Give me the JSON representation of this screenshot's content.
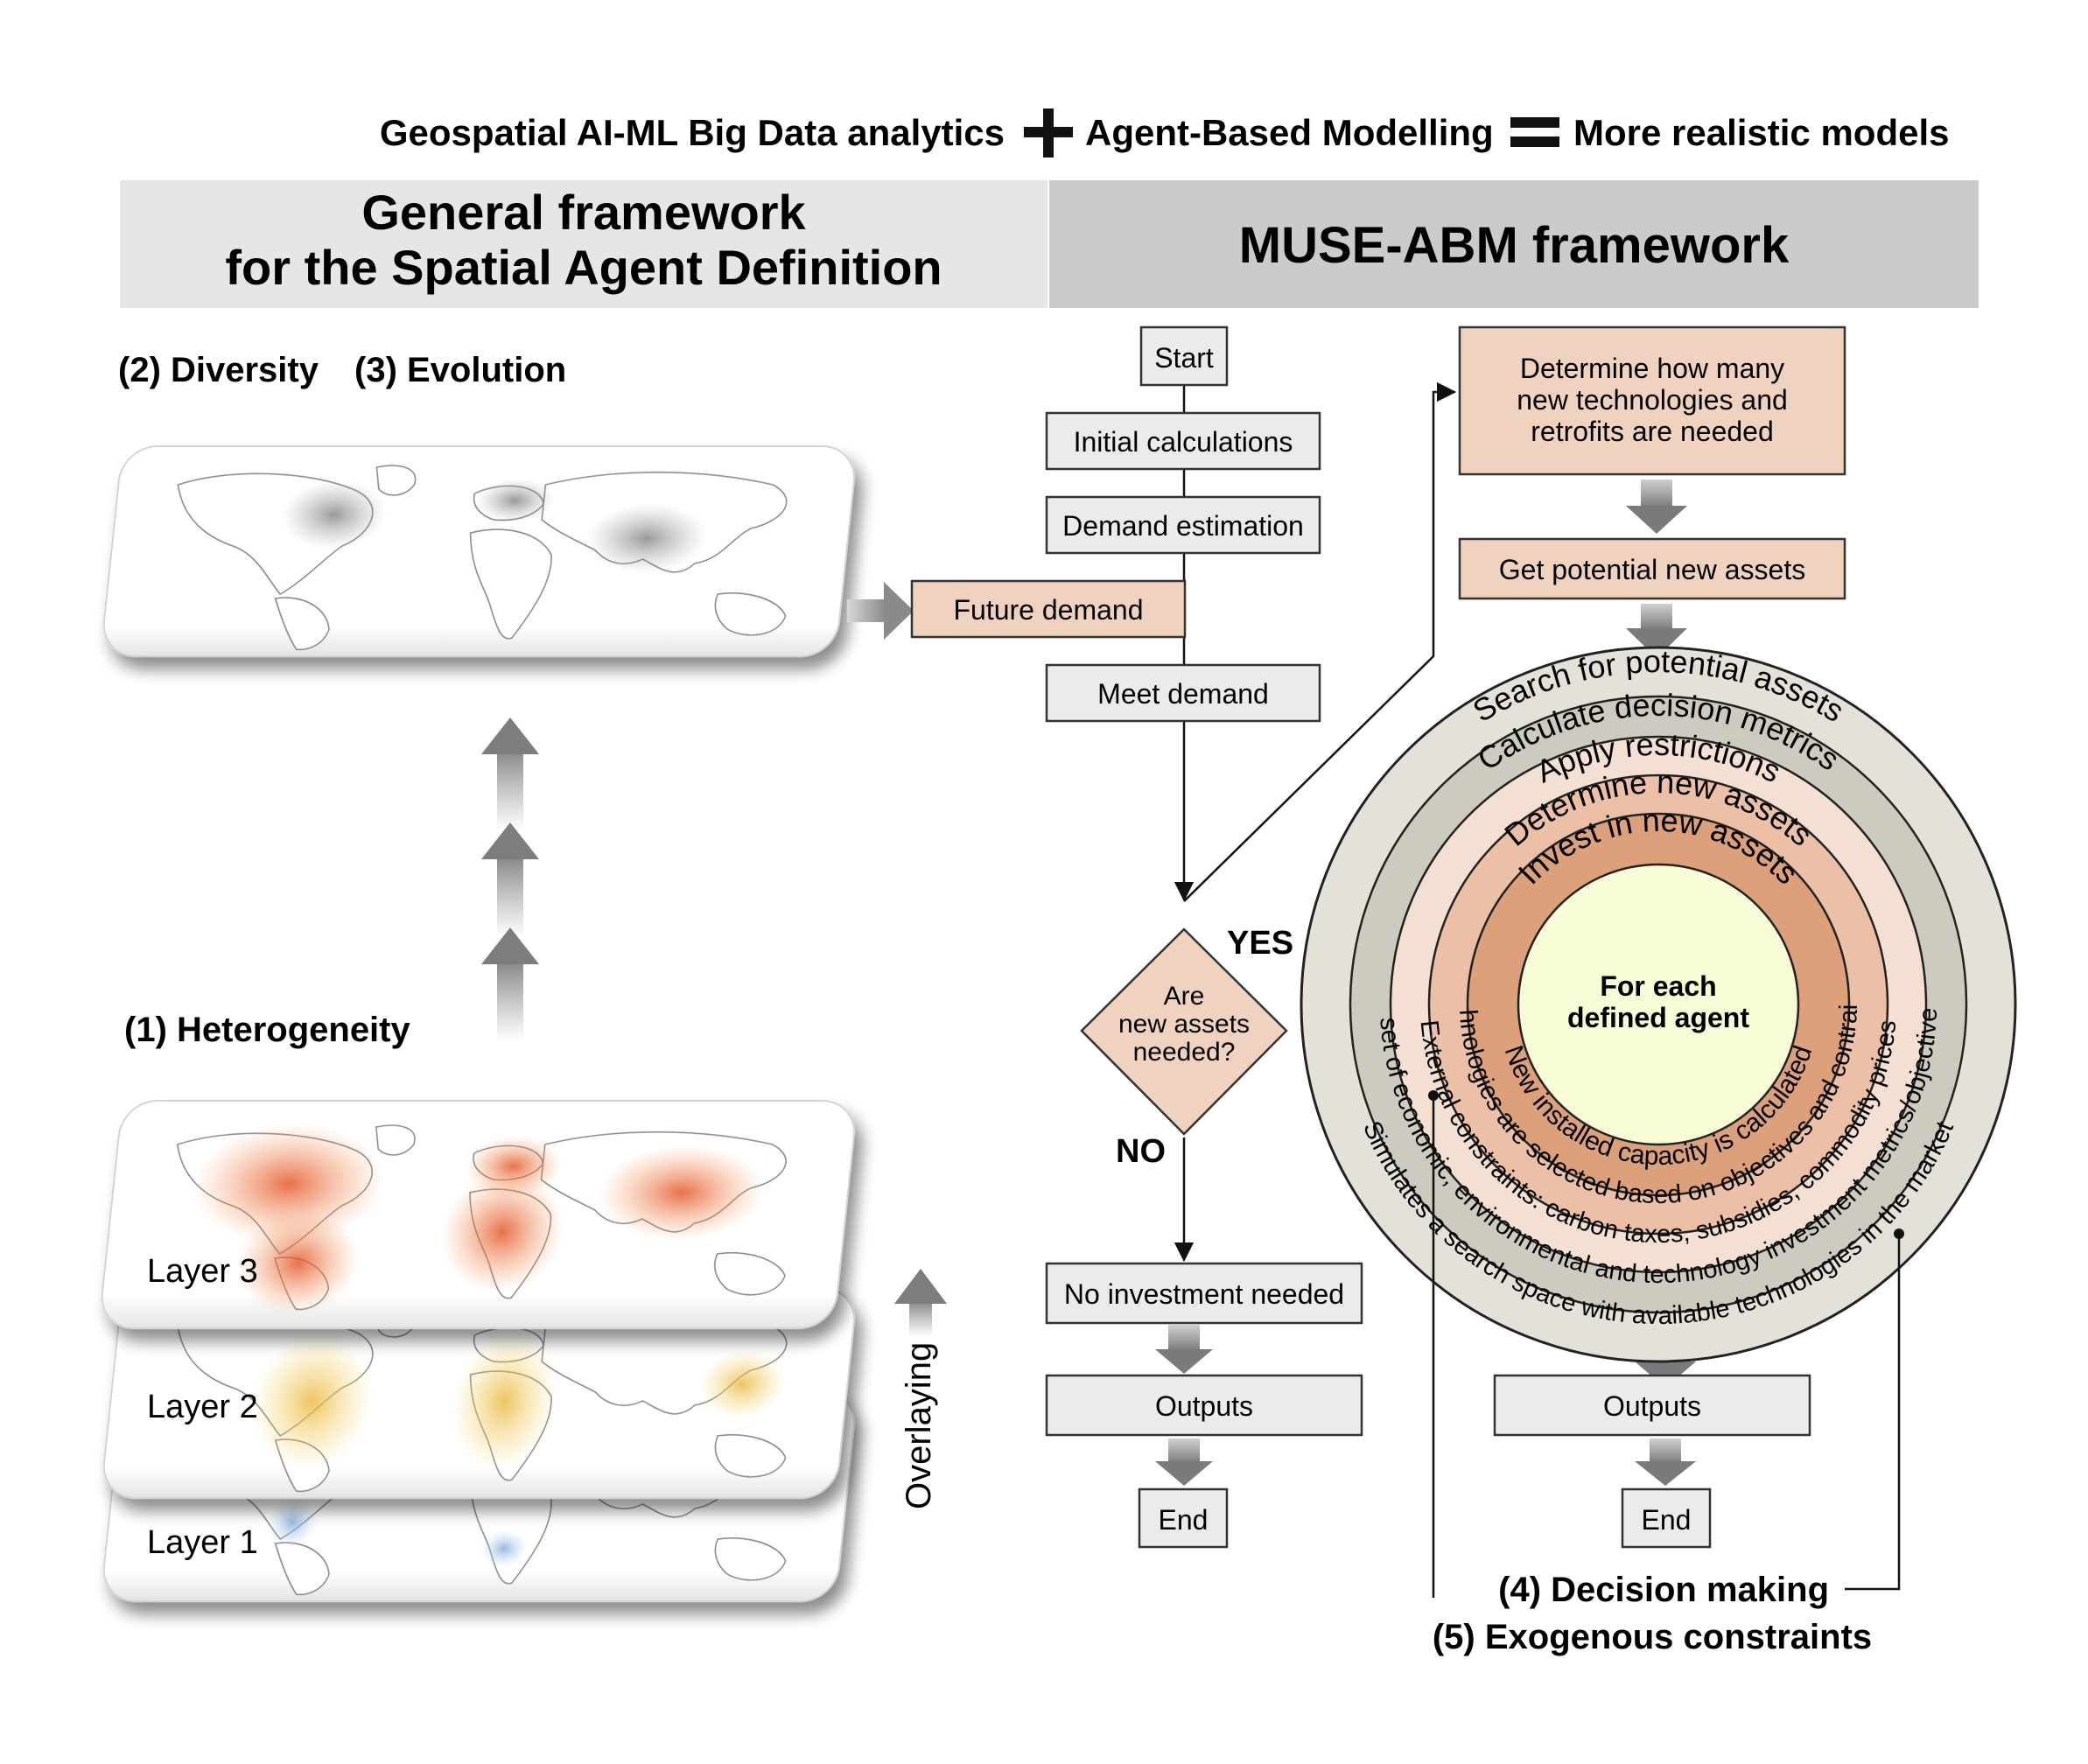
{
  "tagline": {
    "part1": "Geospatial AI-ML Big Data analytics",
    "part2": "Agent-Based Modelling",
    "part3": "More realistic models"
  },
  "headers": {
    "left_line1": "General framework",
    "left_line2": "for the Spatial Agent Definition",
    "right": "MUSE-ABM framework"
  },
  "left_panel": {
    "diversity": "(2) Diversity",
    "evolution": "(3) Evolution",
    "heterogeneity": "(1) Heterogeneity",
    "layers": [
      "Layer 3",
      "Layer 2",
      "Layer 1"
    ],
    "overlaying": "Overlaying"
  },
  "flow": {
    "start": "Start",
    "initial": "Initial calculations",
    "demand_estimation": "Demand estimation",
    "future_demand": "Future demand",
    "meet_demand": "Meet demand",
    "decision_line1": "Are",
    "decision_line2": "new assets",
    "decision_line3": "needed?",
    "yes": "YES",
    "no": "NO",
    "no_investment": "No investment needed",
    "outputs": "Outputs",
    "end": "End"
  },
  "right_flow": {
    "determine_line1": "Determine  how many",
    "determine_line2": "new technologies and",
    "determine_line3": "retrofits are needed",
    "potential_assets": "Get potential new assets",
    "outputs": "Outputs",
    "end": "End"
  },
  "circle": {
    "center_line1": "For each",
    "center_line2": "defined agent",
    "ring1_top": "Search for potential assets",
    "ring2_top": "Calculate decision metrics",
    "ring3_top": "Apply restrictions",
    "ring4_top": "Determine new assets",
    "ring5_top": "Invest in new assets",
    "ring5_bottom": "New installed capacity is calculated",
    "ring4_bottom": "Technologies are selected based on objectives and contraints",
    "ring3_bottom": "External constraints: carbon taxes, subsidies, commodity prices",
    "ring2_bottom": "A set of economic, environmental and technology investment metrics/objectives",
    "ring1_bottom": "Simulates a search space with available technologies in the market"
  },
  "bottom": {
    "decision_making": "(4) Decision making",
    "exogenous": "(5) Exogenous constraints"
  },
  "colors": {
    "header_left": "#e6e6e6",
    "header_right": "#cbcbcb",
    "box_grey": "#ebebeb",
    "box_peach": "#f0d3bf",
    "arrow_grey": "#9a9a9a",
    "ring_outer": "#e3e1d8",
    "ring_2": "#cdcbbf",
    "ring_3": "#f4e0d3",
    "ring_4": "#ebc0a6",
    "ring_5": "#dca07b",
    "center": "#f7fbd6"
  }
}
